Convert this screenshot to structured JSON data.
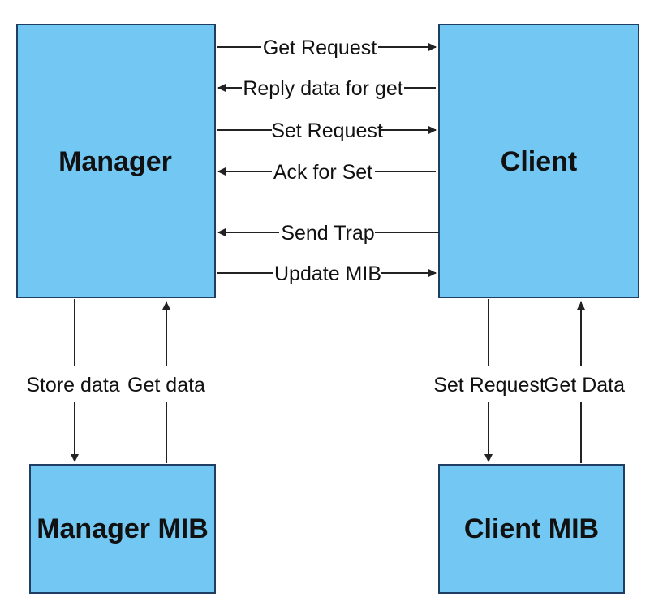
{
  "colors": {
    "box_fill": "#72c8f2",
    "box_border": "#1f3e63",
    "arrow": "#222222",
    "background": "#ffffff"
  },
  "nodes": {
    "manager": "Manager",
    "client": "Client",
    "manager_mib": "Manager MIB",
    "client_mib": "Client MIB"
  },
  "messages": {
    "get_request": "Get Request",
    "reply_data_for_get": "Reply data for get",
    "set_request": "Set Request",
    "ack_for_set": "Ack for Set",
    "send_trap": "Send Trap",
    "update_mib": "Update MIB"
  },
  "mib_links": {
    "manager_store": "Store data",
    "manager_get": "Get data",
    "client_set": "Set Request",
    "client_get": "Get Data"
  }
}
